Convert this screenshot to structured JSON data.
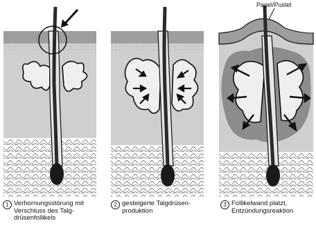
{
  "callout": "Papel/Pustel",
  "steps": [
    {
      "number": "1",
      "lines": [
        "Verhornungsstörung mit",
        "Verschluss des Talg-",
        "drüsenfollikels"
      ]
    },
    {
      "number": "2",
      "lines": [
        "gesteigerte Talgdrüsen-",
        "produktion"
      ]
    },
    {
      "number": "3",
      "lines": [
        "Follikelwand platzt,",
        "Entzündungsreaktion"
      ]
    }
  ],
  "colors": {
    "ink": "#111111",
    "skin": "#d6d6d6",
    "gland": "#efefef",
    "inflammation": "#8c8c8c",
    "hair": "#2a2a2a"
  }
}
